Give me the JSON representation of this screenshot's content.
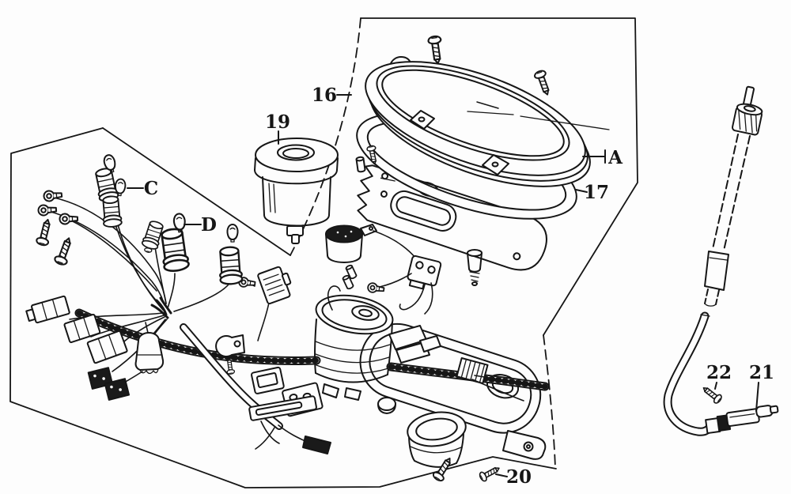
{
  "figure": {
    "type": "exploded-parts-diagram",
    "subject": "speedometer-instrument-cluster",
    "colors": {
      "ink": "#161616",
      "paper": "#fdfdfd"
    },
    "callouts": [
      {
        "label": "16"
      },
      {
        "label": "19"
      },
      {
        "label": "C"
      },
      {
        "label": "D"
      },
      {
        "label": "A"
      },
      {
        "label": "17"
      },
      {
        "label": "20"
      },
      {
        "label": "21"
      },
      {
        "label": "22"
      }
    ]
  }
}
